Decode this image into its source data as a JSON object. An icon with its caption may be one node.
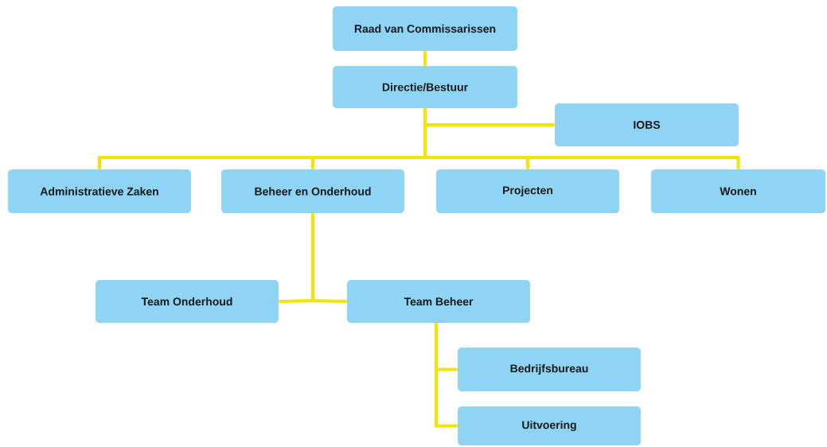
{
  "diagram": {
    "nodes": [
      {
        "text": [
          "Raad van Commissarissen"
        ]
      },
      {
        "text": [
          "Directie/Bestuur"
        ]
      },
      {
        "text": [
          "IOBS"
        ]
      },
      {
        "text": [
          "Administratieve Zaken"
        ]
      },
      {
        "text": [
          "Beheer en Onderhoud"
        ]
      },
      {
        "text": [
          "Projecten"
        ]
      },
      {
        "text": [
          "Wonen"
        ]
      },
      {
        "text": [
          "Team Onderhoud"
        ]
      },
      {
        "text": [
          "Team Beheer"
        ]
      },
      {
        "text": [
          "Bedrijfsbureau"
        ]
      },
      {
        "text": [
          "Uitvoering"
        ]
      }
    ],
    "edges": [
      {
        "from": 0,
        "to": 1,
        "arrow": "none"
      },
      {
        "from": 1,
        "to": 2,
        "arrow": "none"
      },
      {
        "from": 1,
        "to": 3,
        "arrow": "none"
      },
      {
        "from": 1,
        "to": 4,
        "arrow": "none"
      },
      {
        "from": 1,
        "to": 5,
        "arrow": "none"
      },
      {
        "from": 1,
        "to": 6,
        "arrow": "none"
      },
      {
        "from": 4,
        "to": 7,
        "arrow": "none"
      },
      {
        "from": 4,
        "to": 8,
        "arrow": "none"
      },
      {
        "from": 8,
        "to": 9,
        "arrow": "none"
      },
      {
        "from": 8,
        "to": 10,
        "arrow": "none"
      }
    ]
  }
}
